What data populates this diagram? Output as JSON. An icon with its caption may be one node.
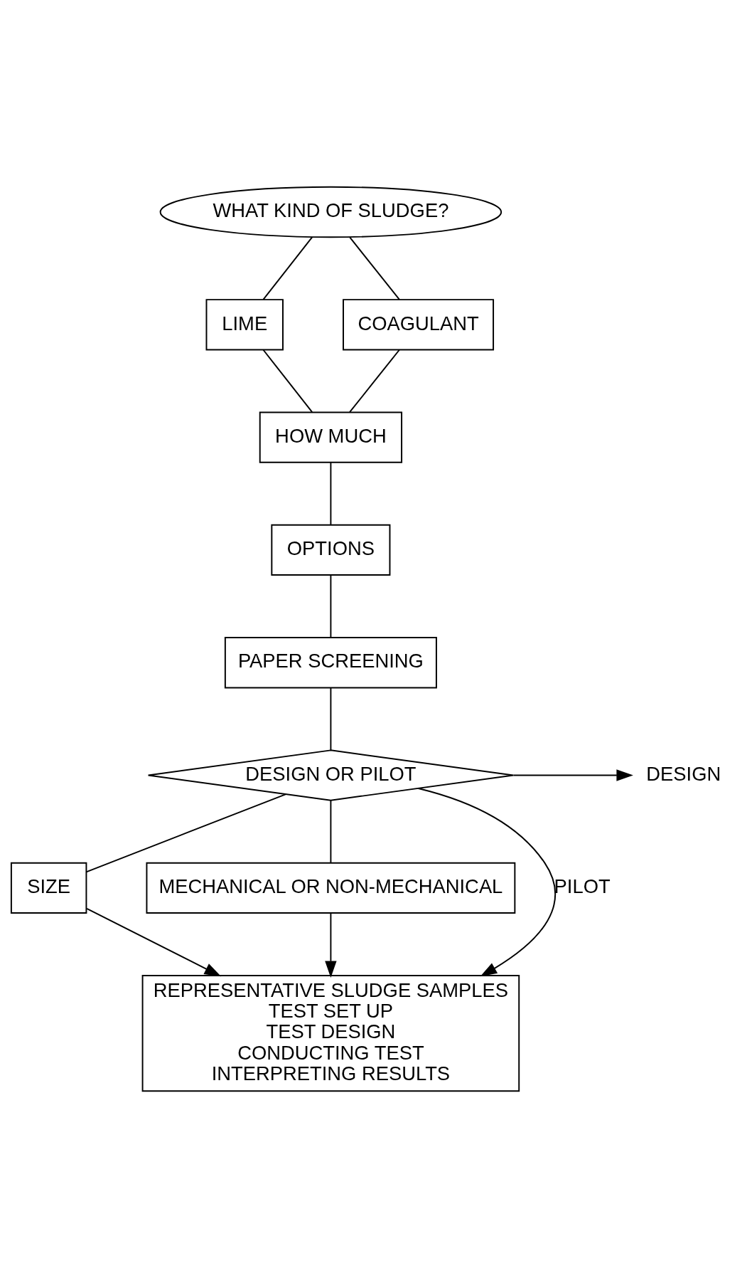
{
  "diagram": {
    "nodes": [
      {
        "text": [
          "WHAT KIND OF SLUDGE?"
        ]
      },
      {
        "text": [
          "LIME"
        ]
      },
      {
        "text": [
          "COAGULANT"
        ]
      },
      {
        "text": [
          "HOW MUCH"
        ]
      },
      {
        "text": [
          "OPTIONS"
        ]
      },
      {
        "text": [
          "PAPER SCREENING"
        ]
      },
      {
        "text": [
          "DESIGN OR PILOT"
        ]
      },
      {
        "text": [
          "DESIGN"
        ]
      },
      {
        "text": [
          "SIZE"
        ]
      },
      {
        "text": [
          "MECHANICAL OR NON-MECHANICAL"
        ]
      },
      {
        "text": [
          "REPRESENTATIVE SLUDGE SAMPLES",
          "TEST SET UP",
          "TEST DESIGN",
          "CONDUCTING TEST",
          "INTERPRETING RESULTS"
        ]
      }
    ],
    "edges": [
      {
        "from": 0,
        "to": 1,
        "arrow": "none"
      },
      {
        "from": 0,
        "to": 2,
        "arrow": "none"
      },
      {
        "from": 1,
        "to": 3,
        "arrow": "none"
      },
      {
        "from": 2,
        "to": 3,
        "arrow": "none"
      },
      {
        "from": 3,
        "to": 4,
        "arrow": "none"
      },
      {
        "from": 4,
        "to": 5,
        "arrow": "none"
      },
      {
        "from": 5,
        "to": 6,
        "arrow": "none"
      },
      {
        "from": 6,
        "to": 7,
        "arrow": "to"
      },
      {
        "from": 6,
        "to": 10,
        "arrow": "to",
        "label": "PILOT"
      },
      {
        "from": 6,
        "to": 8,
        "arrow": "none"
      },
      {
        "from": 6,
        "to": 9,
        "arrow": "none"
      },
      {
        "from": 8,
        "to": 10,
        "arrow": "to"
      },
      {
        "from": 9,
        "to": 10,
        "arrow": "to"
      }
    ]
  }
}
